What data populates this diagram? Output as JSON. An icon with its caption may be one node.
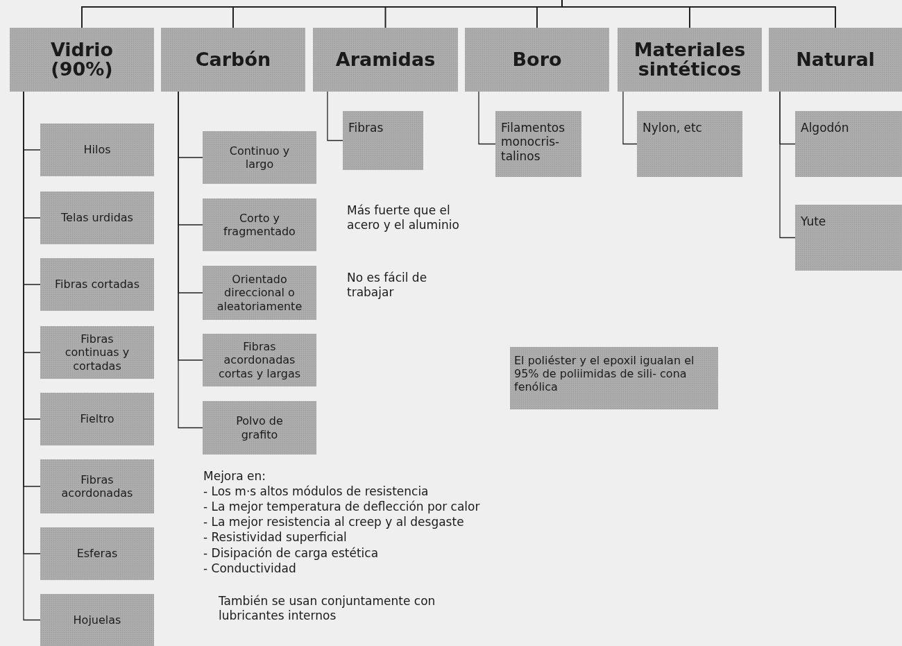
{
  "diagram": {
    "nodes": [
      {
        "text": [
          "Vidrio (90%)"
        ]
      },
      {
        "text": [
          "Carbón"
        ]
      },
      {
        "text": [
          "Aramidas"
        ]
      },
      {
        "text": [
          "Boro"
        ]
      },
      {
        "text": [
          "Materiales sintéticos"
        ]
      },
      {
        "text": [
          "Natural"
        ]
      },
      {
        "text": [
          "Hilos"
        ]
      },
      {
        "text": [
          "Telas urdidas"
        ]
      },
      {
        "text": [
          "Fibras cortadas"
        ]
      },
      {
        "text": [
          "Fibras continuas y cortadas"
        ]
      },
      {
        "text": [
          "Fieltro"
        ]
      },
      {
        "text": [
          "Fibras acordonadas"
        ]
      },
      {
        "text": [
          "Esferas"
        ]
      },
      {
        "text": [
          "Hojuelas"
        ]
      },
      {
        "text": [
          "Continuo y largo"
        ]
      },
      {
        "text": [
          "Corto y fragmentado"
        ]
      },
      {
        "text": [
          "Orientado direccional o aleatoriamente"
        ]
      },
      {
        "text": [
          "Fibras acordonadas cortas y largas"
        ]
      },
      {
        "text": [
          "Polvo de grafito"
        ]
      },
      {
        "text": [
          "Fibras"
        ]
      },
      {
        "text": [
          "Filamentos monocris- talinos"
        ]
      },
      {
        "text": [
          "Nylon, etc"
        ]
      },
      {
        "text": [
          "Algodón"
        ]
      },
      {
        "text": [
          "Yute"
        ]
      },
      {
        "text": [
          "El poliéster y el epoxil igualan el 95% de poliimidas de sili- cona fenólica"
        ]
      }
    ],
    "edges": [
      {
        "from": null,
        "to": 0,
        "arrow": "none"
      },
      {
        "from": null,
        "to": 1,
        "arrow": "none"
      },
      {
        "from": null,
        "to": 2,
        "arrow": "none"
      },
      {
        "from": null,
        "to": 3,
        "arrow": "none"
      },
      {
        "from": null,
        "to": 4,
        "arrow": "none"
      },
      {
        "from": null,
        "to": 5,
        "arrow": "none"
      },
      {
        "from": 0,
        "to": 6,
        "arrow": "none"
      },
      {
        "from": 0,
        "to": 7,
        "arrow": "none"
      },
      {
        "from": 0,
        "to": 8,
        "arrow": "none"
      },
      {
        "from": 0,
        "to": 9,
        "arrow": "none"
      },
      {
        "from": 0,
        "to": 10,
        "arrow": "none"
      },
      {
        "from": 0,
        "to": 11,
        "arrow": "none"
      },
      {
        "from": 0,
        "to": 12,
        "arrow": "none"
      },
      {
        "from": 0,
        "to": 13,
        "arrow": "none"
      },
      {
        "from": 1,
        "to": 14,
        "arrow": "none"
      },
      {
        "from": 1,
        "to": 15,
        "arrow": "none"
      },
      {
        "from": 1,
        "to": 16,
        "arrow": "none"
      },
      {
        "from": 1,
        "to": 17,
        "arrow": "none"
      },
      {
        "from": 1,
        "to": 18,
        "arrow": "none"
      },
      {
        "from": 2,
        "to": 19,
        "arrow": "none"
      },
      {
        "from": 3,
        "to": 20,
        "arrow": "none"
      },
      {
        "from": 4,
        "to": 21,
        "arrow": "none"
      },
      {
        "from": 5,
        "to": 22,
        "arrow": "none"
      },
      {
        "from": 5,
        "to": 23,
        "arrow": "none"
      }
    ],
    "labels": [
      "Más fuerte que el acero y el aluminio",
      "No es fácil de trabajar",
      "Mejora en:",
      "- Los m·s altos módulos de resistencia",
      "- La mejor temperatura de deflección  por calor",
      "- La mejor resistencia al creep y al desgaste",
      "- Resistividad superficial",
      "- Disipación de carga estética",
      "- Conductividad",
      "También se usan conjuntamente con lubricantes internos"
    ]
  }
}
